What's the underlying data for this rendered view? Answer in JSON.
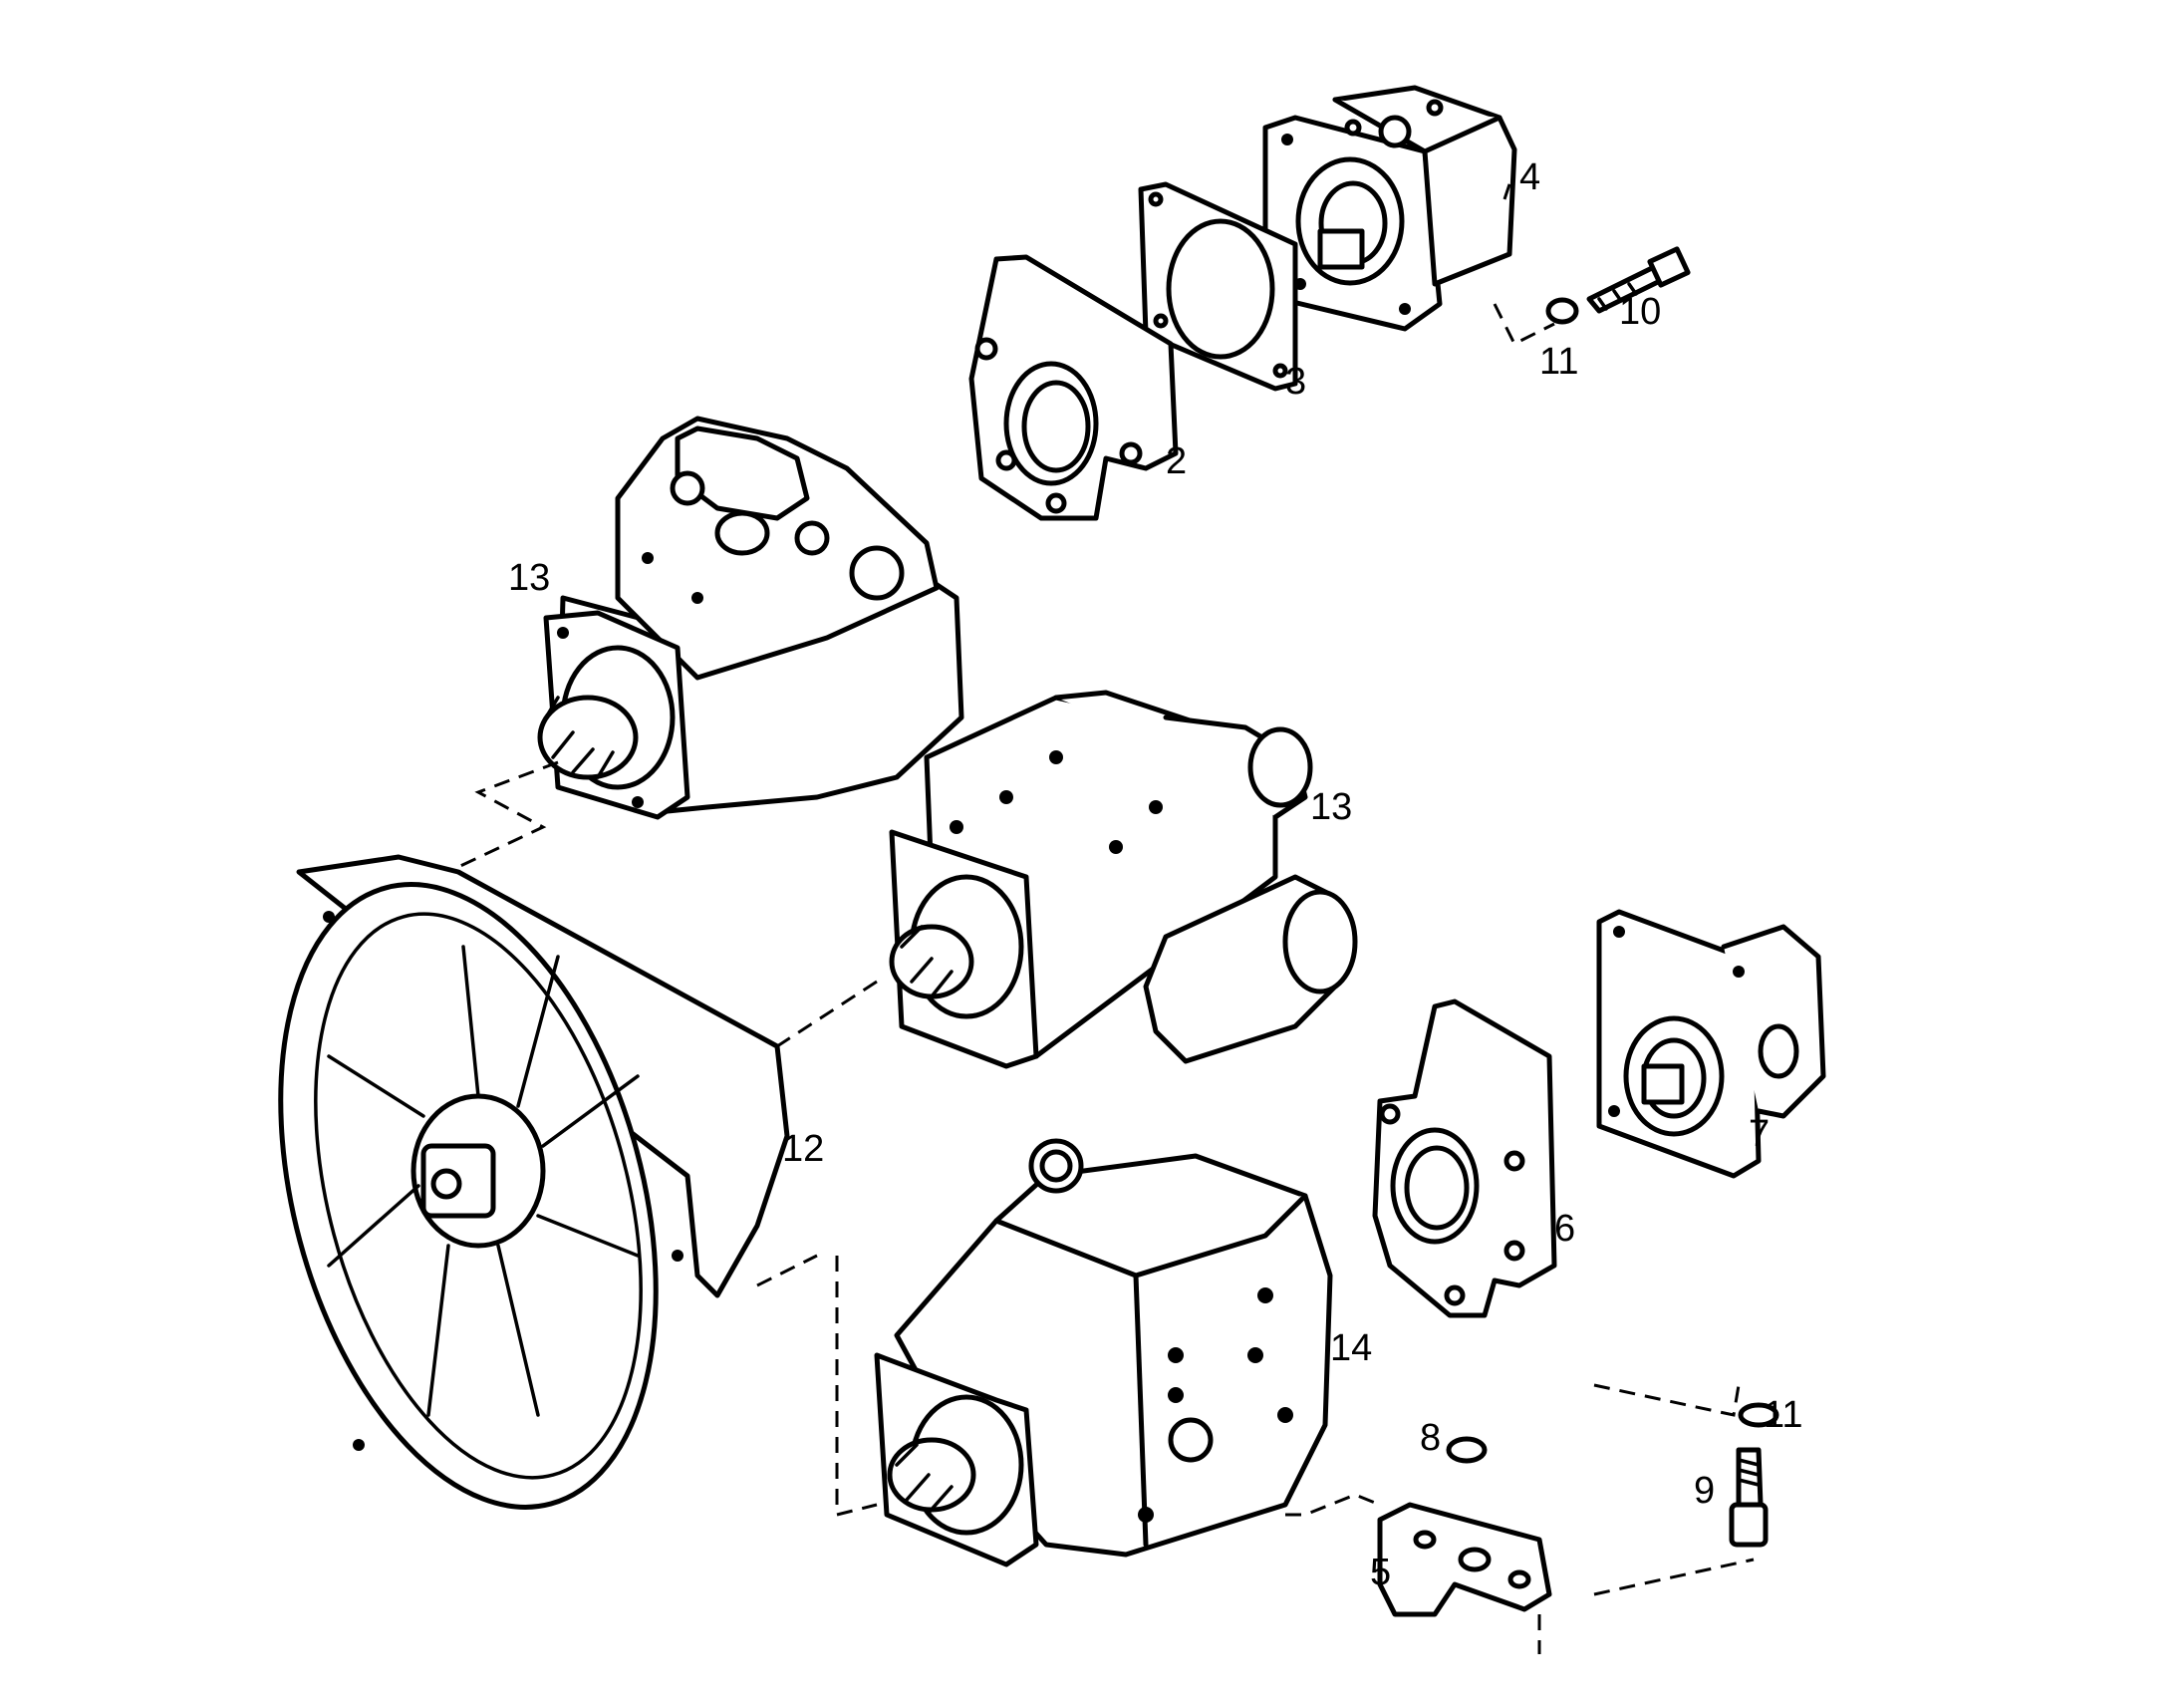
{
  "callouts": {
    "c2": "2",
    "c3": "3",
    "c4": "4",
    "c5": "5",
    "c6": "6",
    "c7": "7",
    "c8": "8",
    "c9": "9",
    "c10": "10",
    "c11a": "11",
    "c11b": "11",
    "c12": "12",
    "c13a": "13",
    "c13b": "13",
    "c14": "14"
  }
}
